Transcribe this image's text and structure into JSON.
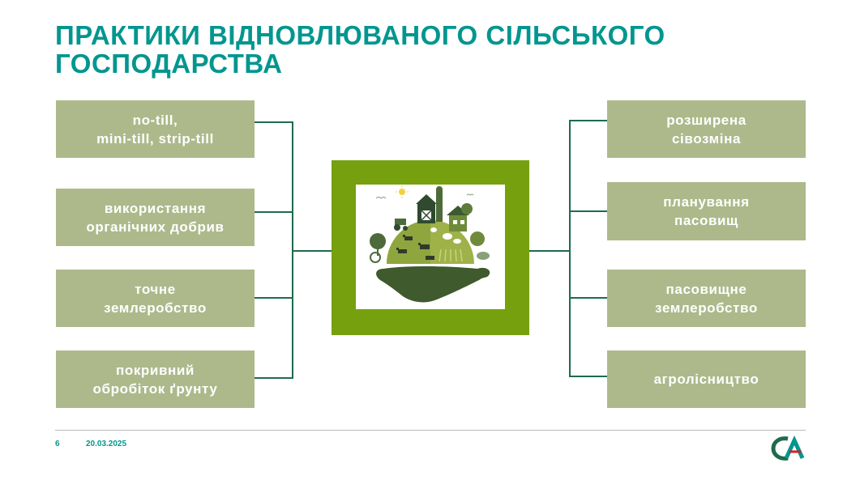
{
  "slide": {
    "title": "ПРАКТИКИ ВІДНОВЛЮВАНОГО СІЛЬСЬКОГО ГОСПОДАРСТВА",
    "page_number": "6",
    "date": "20.03.2025"
  },
  "left_practices": [
    "no-till,\nmini-till, strip-till",
    "використання\nорганічних добрив",
    "точне\nземлеробство",
    "покривний\nобробіток ґрунту"
  ],
  "right_practices": [
    "розширена\nсівозміна",
    "планування\nпасовищ",
    "пасовищне\nземлеробство",
    "агролісництво"
  ],
  "colors": {
    "accent_teal": "#00968f",
    "box_fill": "#adb98b",
    "center_frame": "#76a00e",
    "connector": "#1f6b4c"
  },
  "icons": {
    "center": "hand-holding-farm-globe-icon",
    "logo": "credit-agricole-logo-icon"
  }
}
